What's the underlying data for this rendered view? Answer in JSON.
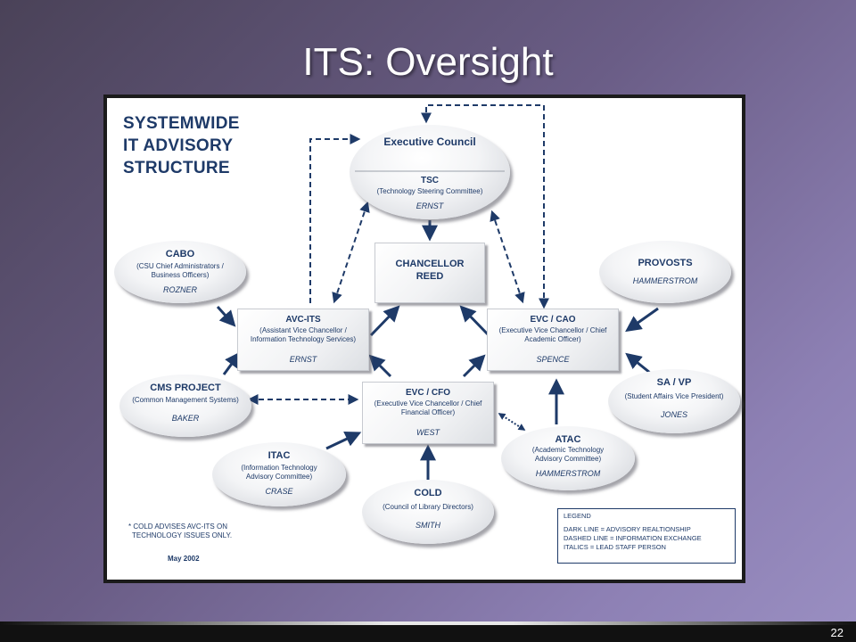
{
  "slide": {
    "title": "ITS: Oversight",
    "page_number": "22"
  },
  "diagram": {
    "heading": [
      "SYSTEMWIDE",
      "IT ADVISORY",
      "STRUCTURE"
    ],
    "nodes": {
      "executive_council": {
        "name": "Executive Council",
        "sub_name": "TSC",
        "desc": "(Technology Steering Committee)",
        "staff": "ERNST"
      },
      "chancellor": {
        "name": "CHANCELLOR REED"
      },
      "cabo": {
        "name": "CABO",
        "desc": "(CSU Chief Administrators / Business Officers)",
        "staff": "ROZNER"
      },
      "provosts": {
        "name": "PROVOSTS",
        "staff": "HAMMERSTROM"
      },
      "avc_its": {
        "name": "AVC-ITS",
        "desc": "(Assistant Vice Chancellor / Information Technology Services)",
        "staff": "ERNST"
      },
      "evc_cao": {
        "name": "EVC / CAO",
        "desc": "(Executive Vice Chancellor / Chief Academic Officer)",
        "staff": "SPENCE"
      },
      "cms": {
        "name": "CMS PROJECT",
        "desc": "(Common Management Systems)",
        "staff": "BAKER"
      },
      "evc_cfo": {
        "name": "EVC / CFO",
        "desc": "(Executive Vice Chancellor / Chief Financial Officer)",
        "staff": "WEST"
      },
      "sa_vp": {
        "name": "SA / VP",
        "desc": "(Student Affairs Vice President)",
        "staff": "JONES"
      },
      "itac": {
        "name": "ITAC",
        "desc": "(Information Technology Advisory Committee)",
        "staff": "CRASE"
      },
      "atac": {
        "name": "ATAC",
        "desc": "(Academic Technology Advisory Committee)",
        "staff": "HAMMERSTROM"
      },
      "cold": {
        "name": "COLD",
        "desc": "(Council of Library Directors)",
        "staff": "SMITH"
      }
    },
    "footnote": [
      "* COLD ADVISES AVC-ITS ON",
      "TECHNOLOGY ISSUES ONLY."
    ],
    "date": "May 2002",
    "legend": {
      "title": "LEGEND",
      "items": [
        "DARK LINE = ADVISORY REALTIONSHIP",
        "DASHED LINE = INFORMATION EXCHANGE",
        "ITALICS = LEAD STAFF PERSON"
      ]
    },
    "colors": {
      "navy": "#1e3a68"
    }
  }
}
